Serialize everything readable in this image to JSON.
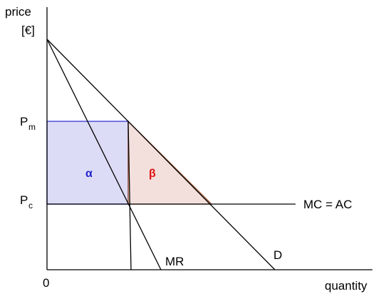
{
  "axes": {
    "y_label_line1": "price",
    "y_label_line2": "[€]",
    "x_label": "quantity",
    "origin_label": "0"
  },
  "price_levels": {
    "monopoly": {
      "main": "P",
      "sub": "m"
    },
    "competitive": {
      "main": "P",
      "sub": "c"
    }
  },
  "curves": {
    "demand": "D",
    "marginal_revenue": "MR",
    "marginal_cost": "MC = AC"
  },
  "regions": {
    "alpha": {
      "label": "α",
      "fill": "#dcdcf6",
      "stroke": "#3535d8",
      "text_color": "#2424cc"
    },
    "beta": {
      "label": "β",
      "fill": "#f3e0dc",
      "stroke": "#a0522d",
      "text_color": "#dd1111"
    }
  }
}
